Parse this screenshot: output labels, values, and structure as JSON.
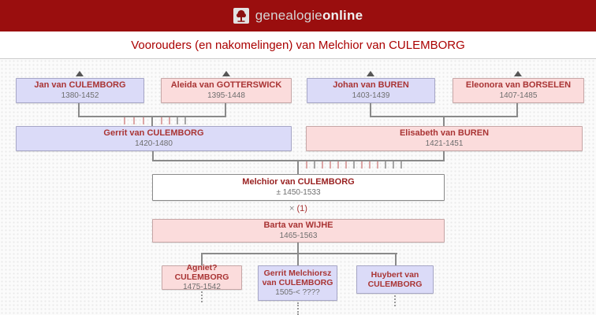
{
  "header": {
    "logo_icon": "tree-icon",
    "brand_regular": "genealogie",
    "brand_bold": "online"
  },
  "page_title": "Voorouders (en nakomelingen) van Melchior van CULEMBORG",
  "marriage": {
    "symbol": "×",
    "label": "(1)"
  },
  "persons": {
    "jan": {
      "name": "Jan van CULEMBORG",
      "dates": "1380-1452"
    },
    "aleida": {
      "name": "Aleida van GOTTERSWICK",
      "dates": "1395-1448"
    },
    "johan": {
      "name": "Johan van BUREN",
      "dates": "1403-1439"
    },
    "eleonora": {
      "name": "Eleonora van BORSELEN",
      "dates": "1407-1485"
    },
    "gerrit": {
      "name": "Gerrit van CULEMBORG",
      "dates": "1420-1480"
    },
    "elisabeth": {
      "name": "Elisabeth van BUREN",
      "dates": "1421-1451"
    },
    "melchior": {
      "name": "Melchior van CULEMBORG",
      "dates": "± 1450-1533"
    },
    "barta": {
      "name": "Barta van WIJHE",
      "dates": "1465-1563"
    },
    "agniet": {
      "name": "Agniet? CULEMBORG",
      "dates": "1475-1542"
    },
    "gerrit_melchiorsz": {
      "name": "Gerrit Melchiorsz van CULEMBORG",
      "dates": "1505-< ????"
    },
    "huybert": {
      "name": "Huybert van CULEMBORG"
    }
  },
  "colors": {
    "header_bg": "#9a0e0e",
    "title_text": "#aa0000",
    "male_box_bg": "#dbdbf8",
    "female_box_bg": "#fbdcdc",
    "focus_box_bg": "#ffffff",
    "name_text": "#a93434",
    "connector": "#8a8a8a",
    "sibling_tick_pink": "#dda6a6",
    "sibling_tick_gray": "#a6a6a6"
  }
}
